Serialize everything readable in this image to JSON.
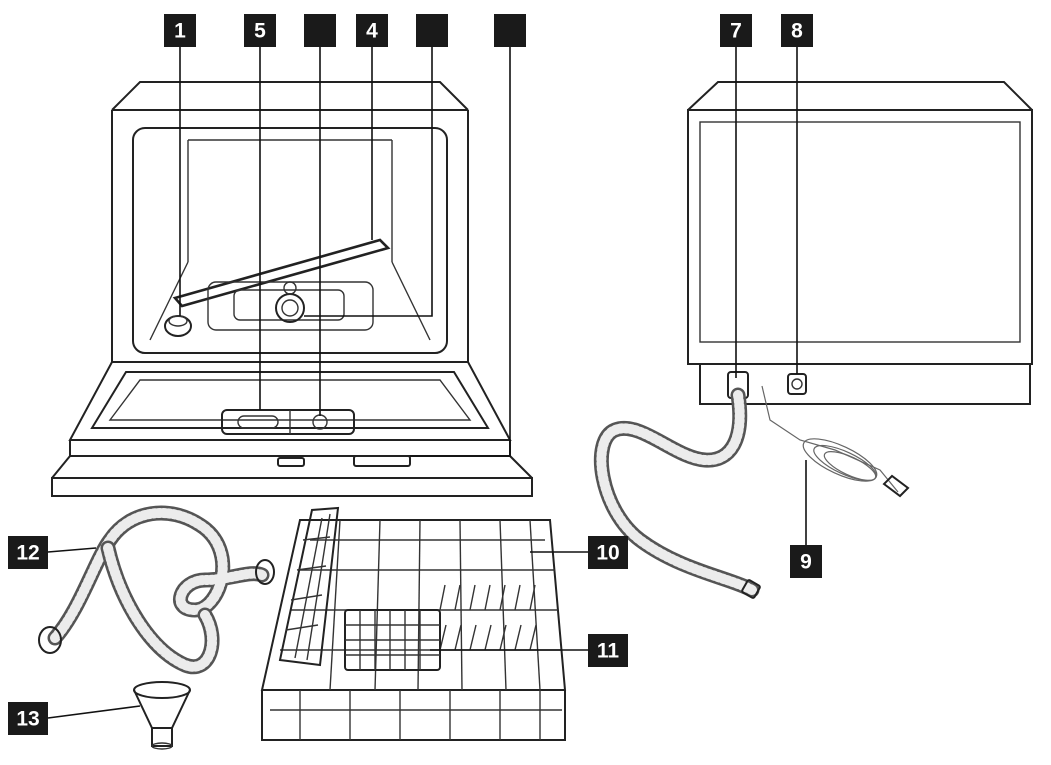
{
  "diagram": {
    "callouts": [
      {
        "id": "c1",
        "text": "1"
      },
      {
        "id": "c5",
        "text": "5"
      },
      {
        "id": "c2",
        "text": ""
      },
      {
        "id": "c4",
        "text": "4"
      },
      {
        "id": "c3",
        "text": ""
      },
      {
        "id": "c6",
        "text": ""
      },
      {
        "id": "c7",
        "text": "7"
      },
      {
        "id": "c8",
        "text": "8"
      },
      {
        "id": "c9",
        "text": "9"
      },
      {
        "id": "c10",
        "text": "10"
      },
      {
        "id": "c11",
        "text": "11"
      },
      {
        "id": "c12",
        "text": "12"
      },
      {
        "id": "c13",
        "text": "13"
      }
    ]
  },
  "colors": {
    "label_bg": "#1a1a1a",
    "label_text": "#ffffff",
    "line": "#222222"
  }
}
